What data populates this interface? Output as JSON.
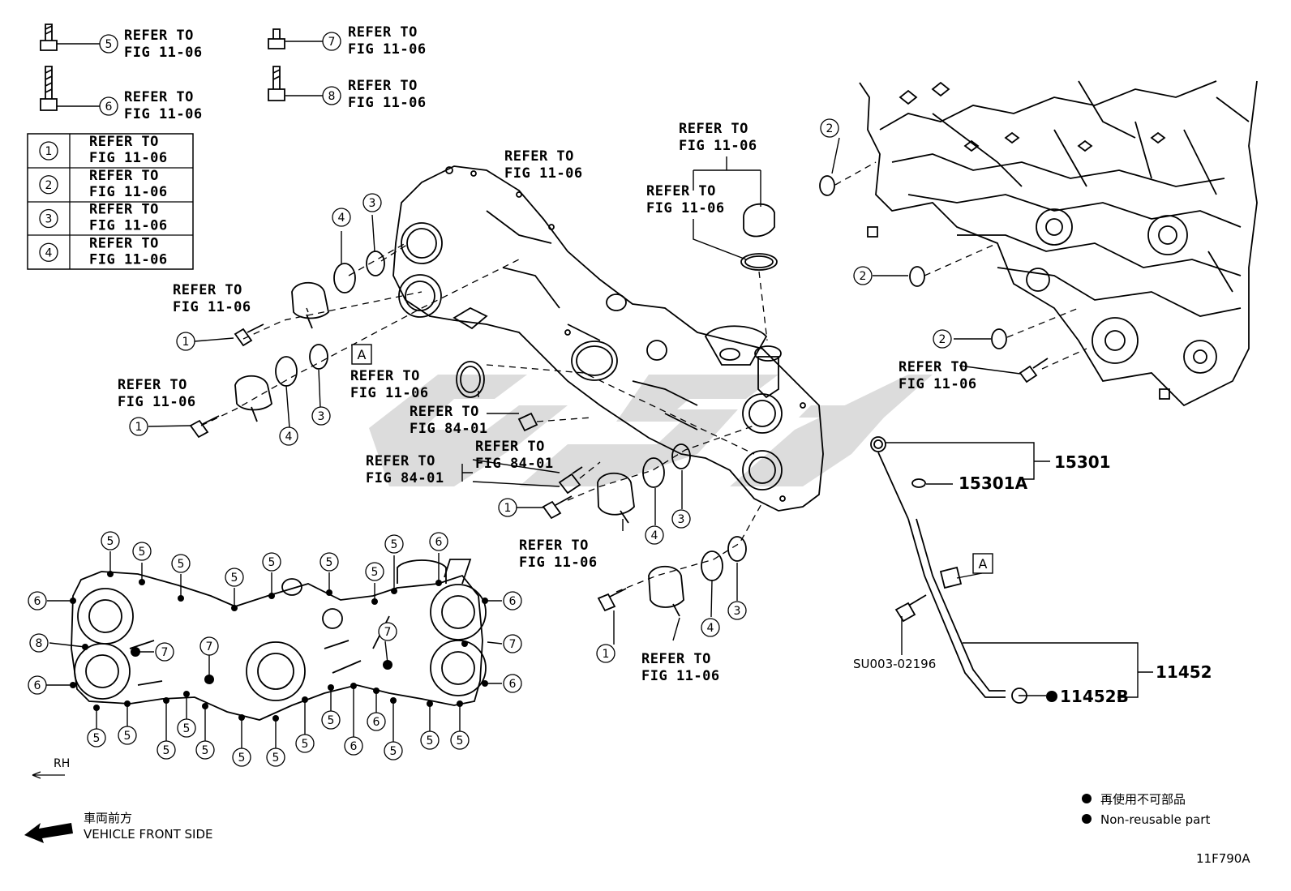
{
  "refer_fig_11_06": "REFER TO\nFIG 11-06",
  "refer_fig_84_01": "REFER TO\nFIG 84-01",
  "callout_numbers": [
    "1",
    "2",
    "3",
    "4",
    "5",
    "6",
    "7",
    "8"
  ],
  "table": {
    "rows": [
      {
        "num": "1",
        "text": "REFER TO\nFIG 11-06"
      },
      {
        "num": "2",
        "text": "REFER TO\nFIG 11-06"
      },
      {
        "num": "3",
        "text": "REFER TO\nFIG 11-06"
      },
      {
        "num": "4",
        "text": "REFER TO\nFIG 11-06"
      }
    ]
  },
  "view_marker": "A",
  "part_numbers": {
    "p15301": "15301",
    "p15301A": "15301A",
    "p11452": "11452",
    "p11452B": "11452B",
    "su": "SU003-02196"
  },
  "direction": {
    "rh": "RH",
    "front_jp": "車両前方",
    "front_en": "VEHICLE FRONT SIDE"
  },
  "legend": {
    "jp": "再使用不可部品",
    "en": "Non-reusable part"
  },
  "figure_id": "11F790A",
  "watermark": "GSF",
  "colors": {
    "ink": "#000000",
    "watermark": "#d9d9d9",
    "background": "#ffffff"
  }
}
